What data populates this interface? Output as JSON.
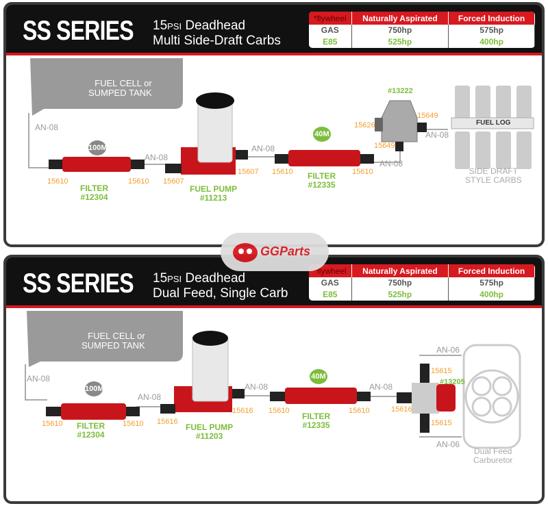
{
  "panels": [
    {
      "title": "SS SERIES",
      "psi": "15",
      "psi_unit": "PSI",
      "subtitle1": "Deadhead",
      "subtitle2": "Multi Side-Draft Carbs",
      "table": {
        "headers": [
          "*flywheel",
          "Naturally Aspirated",
          "Forced Induction"
        ],
        "rows": [
          [
            "GAS",
            "750hp",
            "575hp"
          ],
          [
            "E85",
            "525hp",
            "400hp"
          ]
        ]
      },
      "tank_label1": "FUEL CELL or",
      "tank_label2": "SUMPED TANK",
      "line_labels": [
        "AN-08",
        "AN-08",
        "AN-08",
        "AN-08",
        "AN-08"
      ],
      "filter1": {
        "badge": "100M",
        "name": "FILTER",
        "part": "#12304",
        "fit_in": "15610",
        "fit_out": "15610"
      },
      "pump": {
        "name": "FUEL PUMP",
        "part": "#11213",
        "fit_in": "15607",
        "fit_out": "15607"
      },
      "filter2": {
        "badge": "40M",
        "name": "FILTER",
        "part": "#12335",
        "fit_in": "15610",
        "fit_out": "15610"
      },
      "regulator": {
        "part": "#13222",
        "fit_side": "15626",
        "fit_out": "15649",
        "fit_in": "15649"
      },
      "carbs": {
        "log": "FUEL LOG",
        "label1": "SIDE DRAFT",
        "label2": "STYLE CARBS"
      }
    },
    {
      "title": "SS SERIES",
      "psi": "15",
      "psi_unit": "PSI",
      "subtitle1": "Deadhead",
      "subtitle2": "Dual Feed, Single Carb",
      "table": {
        "headers": [
          "*flywheel",
          "Naturally Aspirated",
          "Forced Induction"
        ],
        "rows": [
          [
            "GAS",
            "750hp",
            "575hp"
          ],
          [
            "E85",
            "525hp",
            "400hp"
          ]
        ]
      },
      "tank_label1": "FUEL CELL or",
      "tank_label2": "SUMPED TANK",
      "line_labels": [
        "AN-08",
        "AN-08",
        "AN-08",
        "AN-08",
        "AN-06",
        "AN-06"
      ],
      "filter1": {
        "badge": "100M",
        "name": "FILTER",
        "part": "#12304",
        "fit_in": "15610",
        "fit_out": "15610"
      },
      "pump": {
        "name": "FUEL PUMP",
        "part": "#11203",
        "fit_in": "15616",
        "fit_out": "15616"
      },
      "filter2": {
        "badge": "40M",
        "name": "FILTER",
        "part": "#12335",
        "fit_in": "15610",
        "fit_out": "15610"
      },
      "regulator": {
        "part": "#13205",
        "fit_top": "15615",
        "fit_bottom": "15615",
        "fit_in": "15616"
      },
      "carbs": {
        "label1": "Dual Feed",
        "label2": "Carburetor"
      }
    }
  ],
  "watermark": "GGParts",
  "colors": {
    "red": "#d71920",
    "green": "#7cbd3b",
    "orange": "#f39c2c"
  }
}
